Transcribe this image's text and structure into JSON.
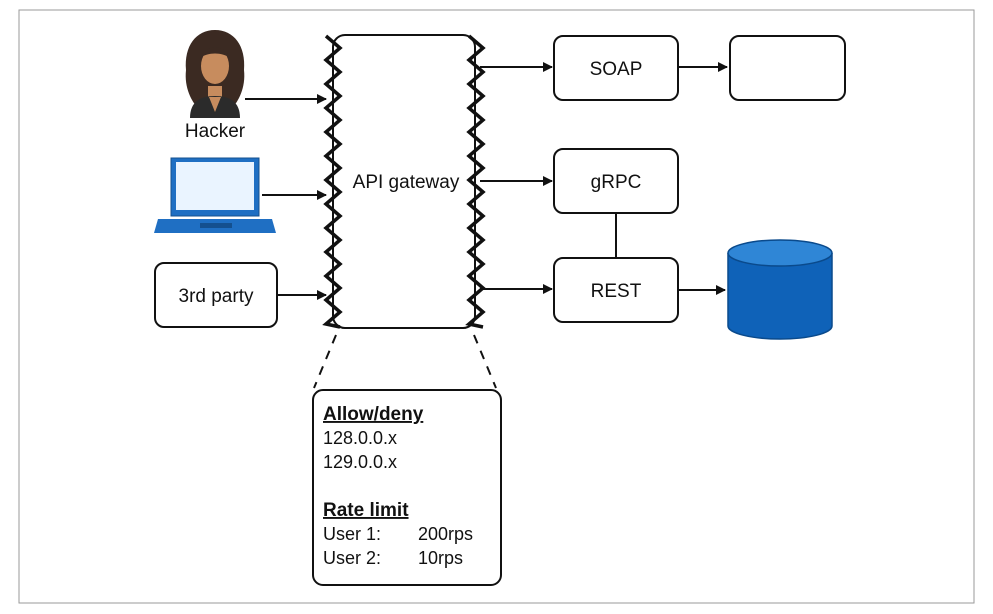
{
  "nodes": {
    "hacker": {
      "label": "Hacker"
    },
    "laptop": {
      "label": ""
    },
    "third_party": {
      "label": "3rd party"
    },
    "gateway": {
      "label": "API gateway"
    },
    "soap": {
      "label": "SOAP"
    },
    "soap_target": {
      "label": ""
    },
    "grpc": {
      "label": "gRPC"
    },
    "rest": {
      "label": "REST"
    },
    "database": {
      "label": ""
    }
  },
  "policy": {
    "allow_heading": "Allow/deny",
    "allow_items": [
      "128.0.0.x",
      "129.0.0.x"
    ],
    "rate_heading": "Rate limit",
    "rate_rows": [
      {
        "user": "User 1:",
        "limit": "200rps"
      },
      {
        "user": "User 2:",
        "limit": "10rps"
      }
    ]
  },
  "colors": {
    "stroke": "#111111",
    "device_blue": "#1f6fc3",
    "device_blue_dark": "#14508f",
    "screen": "#eaf4ff",
    "db_top": "#2f86d6",
    "db_body": "#0f62b8",
    "skin": "#c78c5e",
    "hair": "#3b2a22",
    "jacket": "#2b2b2b"
  }
}
